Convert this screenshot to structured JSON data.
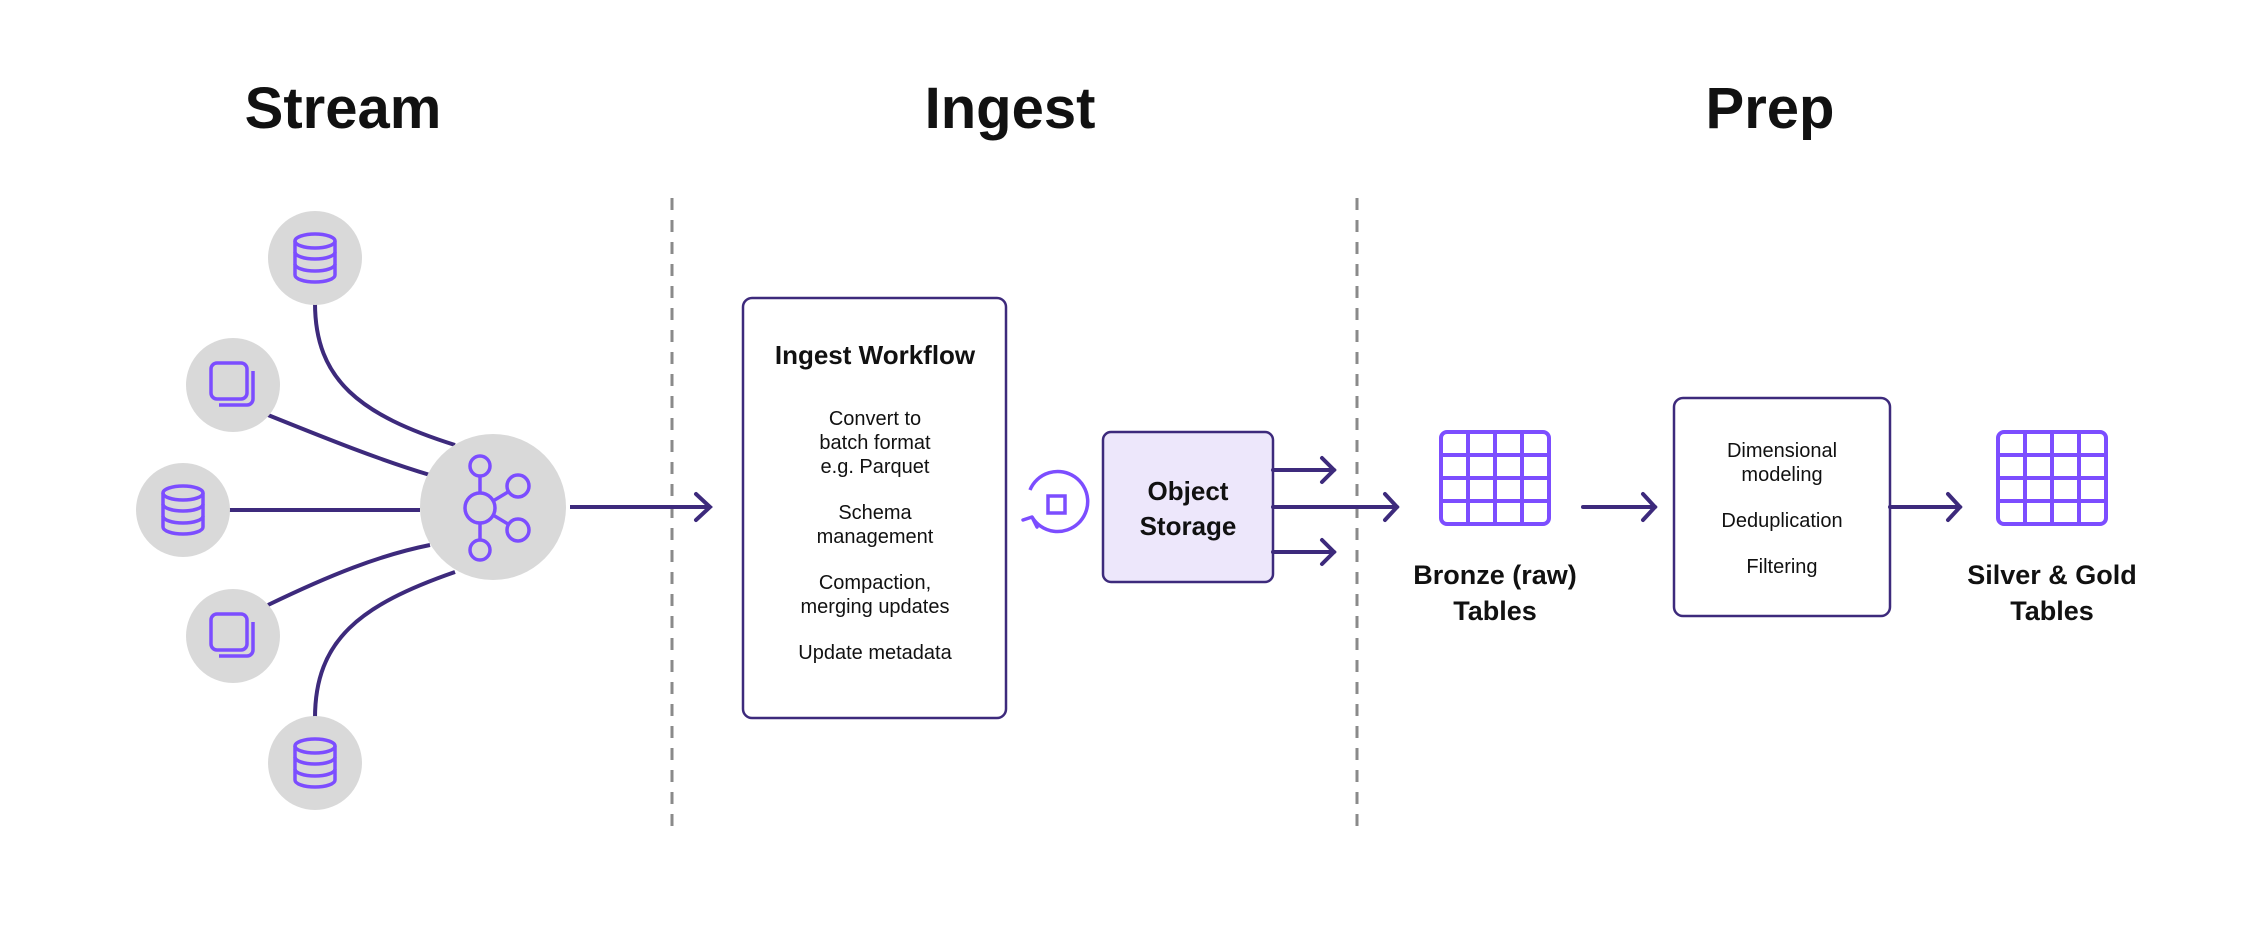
{
  "sections": {
    "stream": "Stream",
    "ingest": "Ingest",
    "prep": "Prep"
  },
  "ingest_workflow": {
    "title": "Ingest Workflow",
    "steps": [
      [
        "Convert to",
        "batch format",
        "e.g. Parquet"
      ],
      [
        "Schema",
        "management"
      ],
      [
        "Compaction,",
        "merging updates"
      ],
      [
        "Update metadata"
      ]
    ]
  },
  "object_storage": {
    "line1": "Object",
    "line2": "Storage"
  },
  "bronze": {
    "line1": "Bronze (raw)",
    "line2": "Tables"
  },
  "prep_box": {
    "steps": [
      [
        "Dimensional",
        "modeling"
      ],
      [
        "Deduplication"
      ],
      [
        "Filtering"
      ]
    ]
  },
  "silver_gold": {
    "line1": "Silver & Gold",
    "line2": "Tables"
  },
  "sources": [
    "database-icon",
    "copy-icon",
    "database-icon",
    "copy-icon",
    "database-icon"
  ],
  "colors": {
    "accent": "#7C4DFF",
    "line": "#3D2A7C",
    "circle": "#D9D9D9",
    "storage_fill": "#EDE7FB",
    "divider": "#8A8A8A"
  }
}
